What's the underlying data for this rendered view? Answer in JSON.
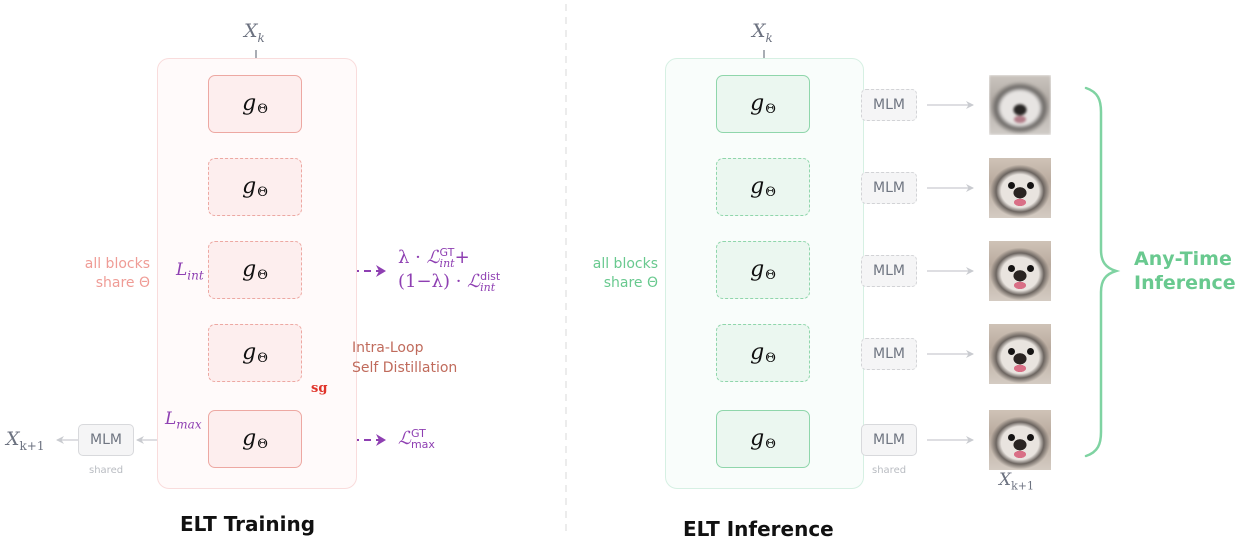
{
  "colors": {
    "train_accent": "#eda8a2",
    "infer_accent": "#8fd6ab",
    "loss_purple": "#8e3fb2",
    "distill_brown": "#c06b5c",
    "stopgrad_red": "#e0342a",
    "arrow_gray": "#a9adb4"
  },
  "training": {
    "title": "ELT Training",
    "input_label": {
      "base": "X",
      "sub": "k"
    },
    "output_label": {
      "base": "X",
      "sub": "k+1"
    },
    "share_note": [
      "all blocks",
      "share Θ"
    ],
    "blocks": [
      {
        "label": "g",
        "sub": "Θ",
        "style": "solid",
        "tag": ""
      },
      {
        "label": "g",
        "sub": "Θ",
        "style": "dashed",
        "tag": ""
      },
      {
        "label": "g",
        "sub": "Θ",
        "style": "dashed",
        "tag": "L_int"
      },
      {
        "label": "g",
        "sub": "Θ",
        "style": "dashed",
        "tag": ""
      },
      {
        "label": "g",
        "sub": "Θ",
        "style": "solid",
        "tag": "L_max"
      }
    ],
    "tag_int": {
      "base": "L",
      "sub": "int"
    },
    "tag_max": {
      "base": "L",
      "sub": "max"
    },
    "mlm": {
      "label": "MLM",
      "note": "shared"
    },
    "loss_int": {
      "line1_prefix": "λ · ",
      "line1_sym": "ℒ",
      "line1_sup": "GT",
      "line1_sub": "int",
      "line1_suffix": "+",
      "line2_prefix": "(1−λ) · ",
      "line2_sym": "ℒ",
      "line2_sup": "dist",
      "line2_sub": "int"
    },
    "loss_max": {
      "sym": "ℒ",
      "sup": "GT",
      "sub": "max"
    },
    "distill_label": [
      "Intra-Loop",
      "Self Distillation"
    ],
    "stopgrad_label": "sg"
  },
  "inference": {
    "title": "ELT Inference",
    "input_label": {
      "base": "X",
      "sub": "k"
    },
    "output_label": {
      "base": "X",
      "sub": "k+1"
    },
    "share_note": [
      "all blocks",
      "share Θ"
    ],
    "blocks": [
      {
        "label": "g",
        "sub": "Θ",
        "style": "solid"
      },
      {
        "label": "g",
        "sub": "Θ",
        "style": "dashed"
      },
      {
        "label": "g",
        "sub": "Θ",
        "style": "dashed"
      },
      {
        "label": "g",
        "sub": "Θ",
        "style": "dashed"
      },
      {
        "label": "g",
        "sub": "Θ",
        "style": "solid"
      }
    ],
    "mlm_labels": [
      "MLM",
      "MLM",
      "MLM",
      "MLM",
      "MLM"
    ],
    "mlm_note": "shared",
    "outputs": [
      "dog-image-step-1",
      "dog-image-step-2",
      "dog-image-step-3",
      "dog-image-step-4",
      "dog-image-step-5"
    ],
    "brace_label": [
      "Any-Time",
      "Inference"
    ]
  }
}
